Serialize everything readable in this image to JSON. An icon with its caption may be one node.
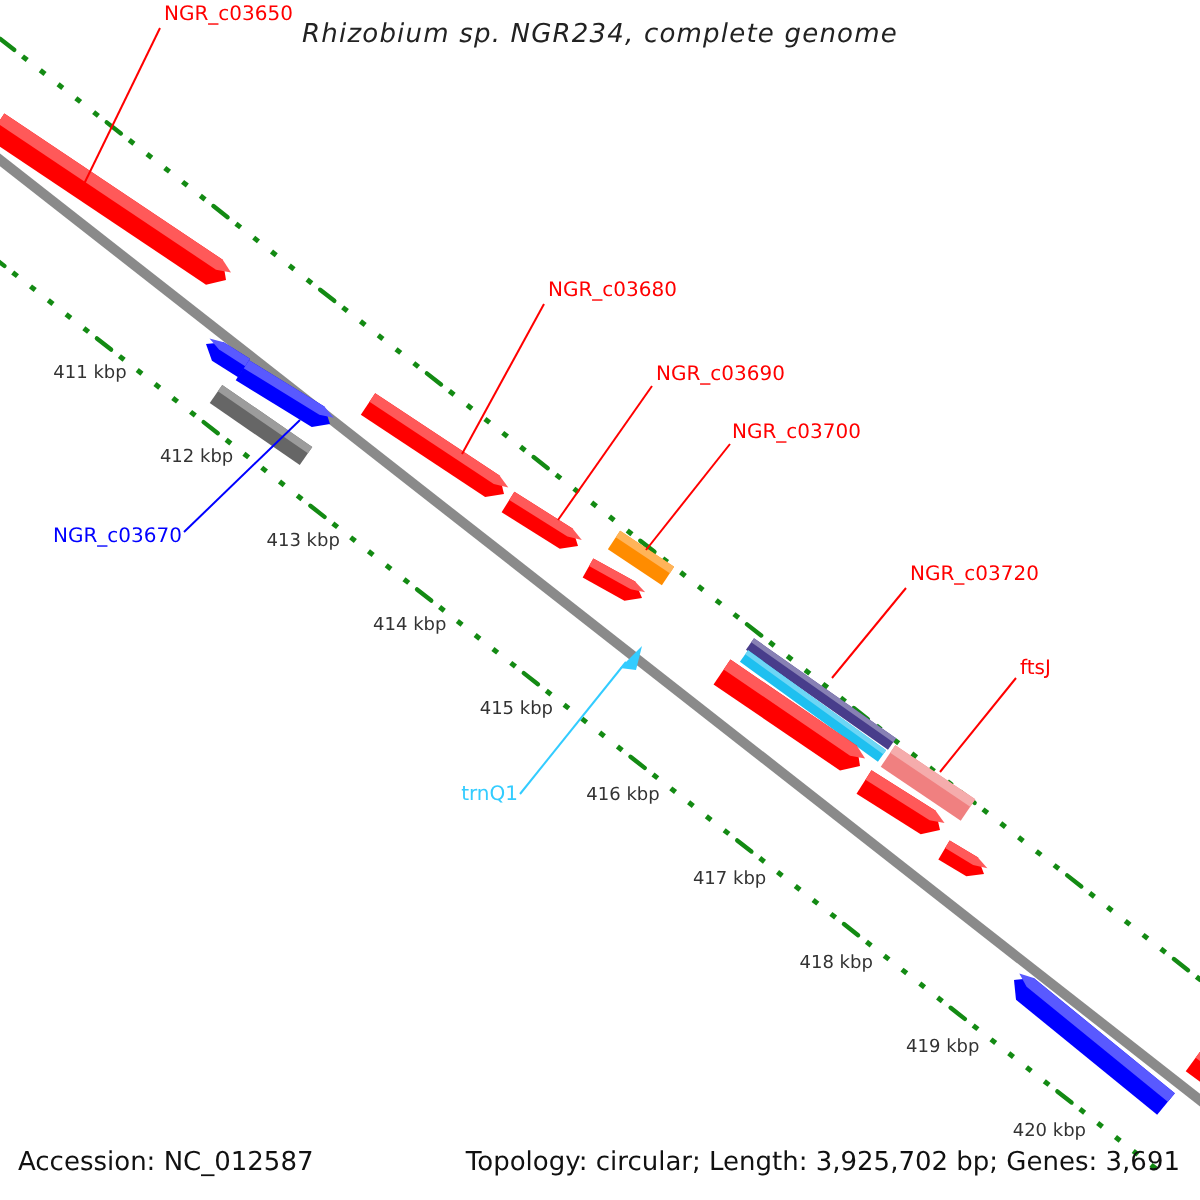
{
  "diagram": {
    "title": "Rhizobium sp. NGR234, complete genome",
    "nodes": [
      {
        "text": [
          "NGR_c03650"
        ]
      },
      {
        "text": [],
        "shape": "arrow"
      },
      {
        "text": [
          "NGR_c03680"
        ]
      },
      {
        "text": [],
        "shape": "arrow"
      },
      {
        "text": [
          "NGR_c03690"
        ]
      },
      {
        "text": [],
        "shape": "arrow"
      },
      {
        "text": [
          "NGR_c03700"
        ]
      },
      {
        "text": [],
        "shape": "bar"
      },
      {
        "text": [
          "NGR_c03670"
        ]
      },
      {
        "text": [],
        "shape": "arrow"
      },
      {
        "text": [
          "trnQ1"
        ]
      },
      {
        "text": [],
        "shape": "triangle"
      },
      {
        "text": [
          "NGR_c03720"
        ]
      },
      {
        "text": [],
        "shape": "bar"
      },
      {
        "text": [
          "ftsJ"
        ]
      },
      {
        "text": [],
        "shape": "bar"
      },
      {
        "text": [],
        "shape": "arrow"
      },
      {
        "text": [],
        "shape": "bar"
      },
      {
        "text": [],
        "shape": "arrow"
      },
      {
        "text": [],
        "shape": "bar"
      },
      {
        "text": [],
        "shape": "arrow"
      },
      {
        "text": [],
        "shape": "arrow"
      },
      {
        "text": [],
        "shape": "arrow"
      },
      {
        "text": [],
        "shape": "arrow"
      },
      {
        "text": [],
        "shape": "arrow"
      }
    ],
    "edges": [
      {
        "from": 0,
        "to": 1,
        "arrow": "none"
      },
      {
        "from": 2,
        "to": 3,
        "arrow": "none"
      },
      {
        "from": 4,
        "to": 5,
        "arrow": "none"
      },
      {
        "from": 6,
        "to": 7,
        "arrow": "none"
      },
      {
        "from": 8,
        "to": 9,
        "arrow": "none",
        "color": "#0000ff"
      },
      {
        "from": 10,
        "to": 11,
        "arrow": "none",
        "color": "#33ccff"
      },
      {
        "from": 12,
        "to": 13,
        "arrow": "none"
      },
      {
        "from": 14,
        "to": 15,
        "arrow": "none"
      }
    ],
    "labels": [
      "411 kbp",
      "412 kbp",
      "413 kbp",
      "414 kbp",
      "415 kbp",
      "416 kbp",
      "417 kbp",
      "418 kbp",
      "419 kbp",
      "420 kbp",
      "Accession: NC_012587",
      "Topology: circular; Length: 3,925,702 bp; Genes: 3,691"
    ]
  }
}
